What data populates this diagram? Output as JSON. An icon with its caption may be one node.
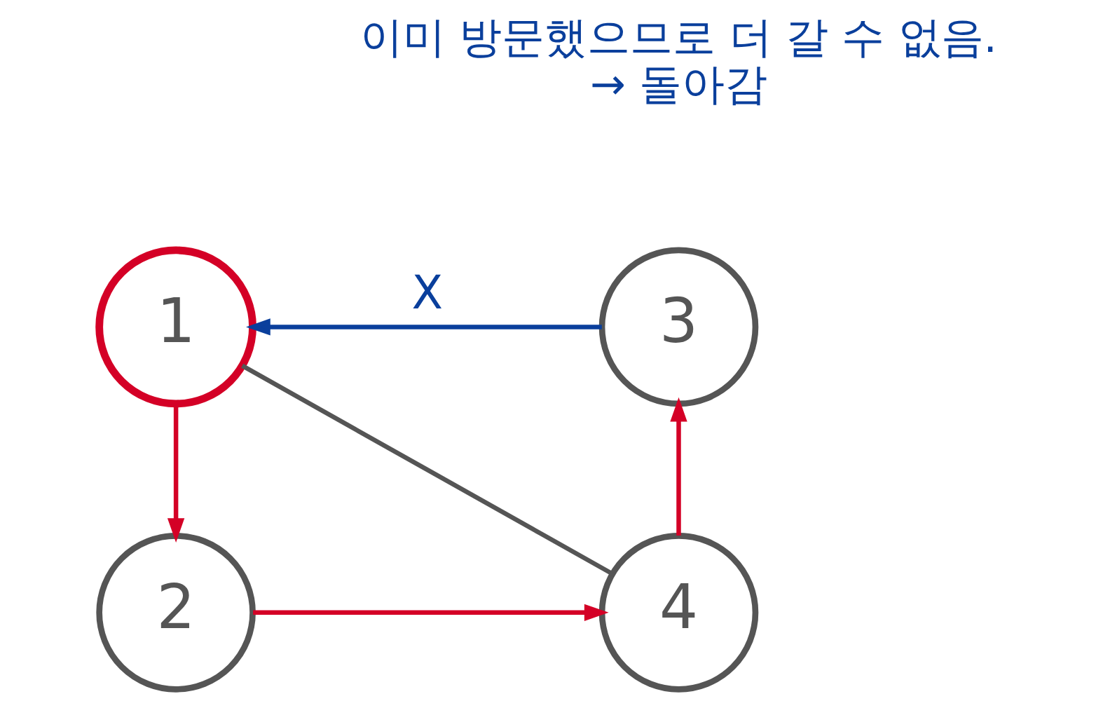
{
  "diagram": {
    "nodes": [
      {
        "text": [
          "1"
        ]
      },
      {
        "text": [
          "2"
        ]
      },
      {
        "text": [
          "3"
        ]
      },
      {
        "text": [
          "4"
        ]
      }
    ],
    "edges": [
      {
        "from": 0,
        "to": 1,
        "arrow": "to",
        "color": "#d40026"
      },
      {
        "from": 1,
        "to": 3,
        "arrow": "to",
        "color": "#d40026"
      },
      {
        "from": 3,
        "to": 2,
        "arrow": "to",
        "color": "#d40026"
      },
      {
        "from": 2,
        "to": 0,
        "arrow": "to",
        "label": "X",
        "color": "#0a3f9c"
      },
      {
        "from": 0,
        "to": 3,
        "arrow": "none",
        "color": "#555555"
      }
    ],
    "labels": [
      "이미 방문했으므로 더 갈 수 없음.",
      "→ 돌아감"
    ]
  }
}
